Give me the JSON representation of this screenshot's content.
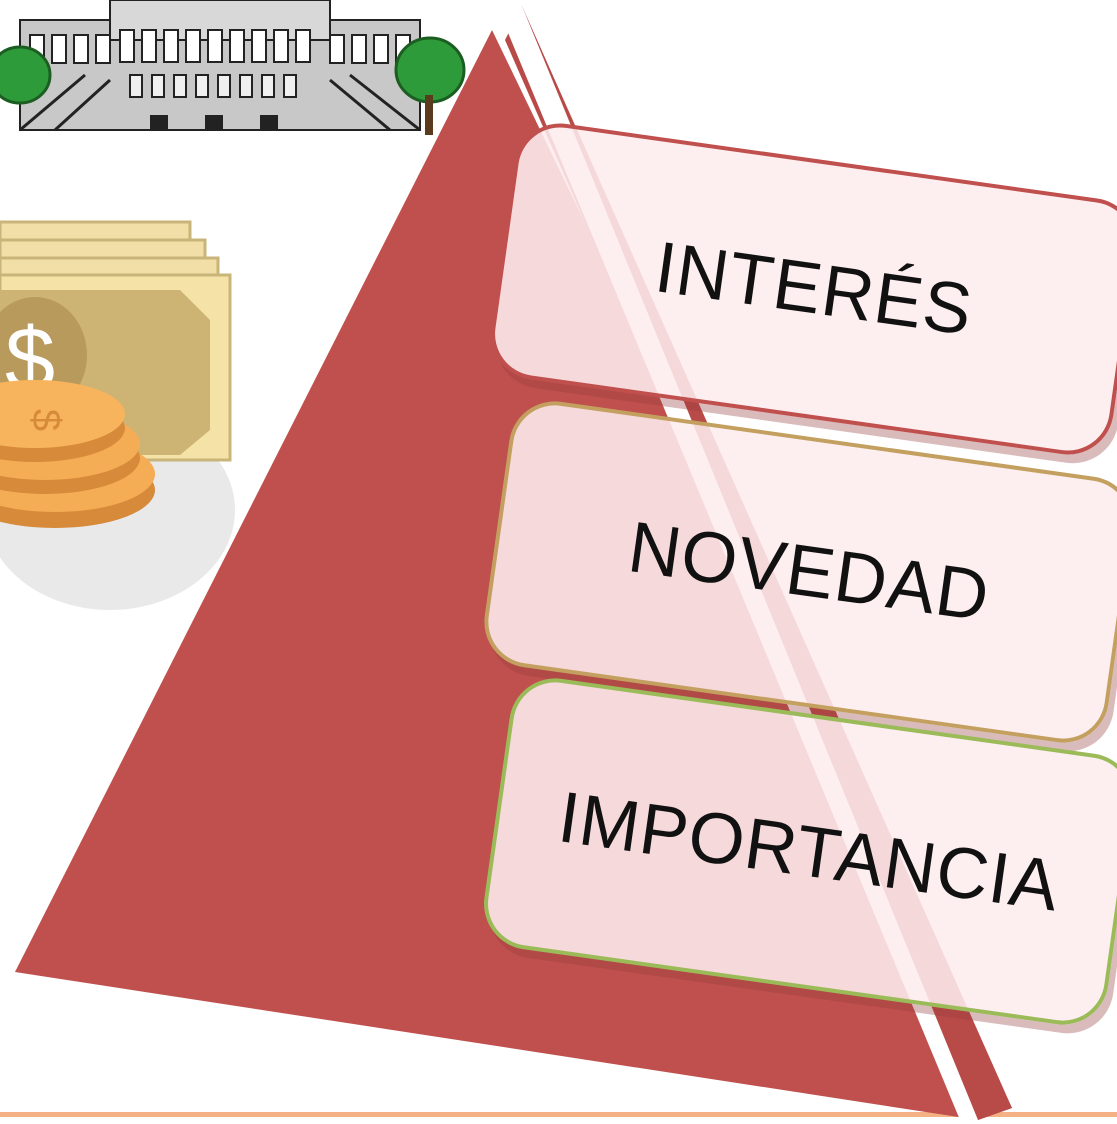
{
  "diagram": {
    "type": "pyramid",
    "levels": [
      {
        "label": "INTERÉS",
        "border_color": "#c0504d"
      },
      {
        "label": "NOVEDAD",
        "border_color": "#c4a060"
      },
      {
        "label": "IMPORTANCIA",
        "border_color": "#9bbb59"
      }
    ],
    "pyramid_color": "#c0504d",
    "stripe_color": "#ffffff",
    "bottom_line_color": "#f4b183"
  },
  "illustrations": {
    "building": {
      "icon": "capitol-building-icon"
    },
    "money": {
      "icon": "money-coins-icon",
      "bill_symbol": "$",
      "coin_symbol": "$"
    }
  }
}
